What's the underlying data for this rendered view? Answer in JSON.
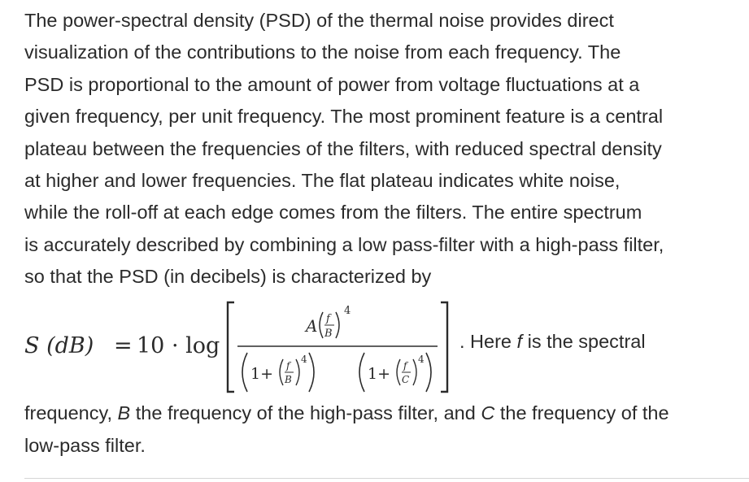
{
  "paragraph": {
    "lines": [
      "The power-spectral density (PSD) of the thermal noise provides direct",
      "visualization of the contributions to the noise from each frequency. The",
      "PSD is proportional to the amount of power from voltage fluctuations at a",
      "given frequency, per unit frequency. The most prominent feature is a central",
      "plateau between the frequencies of the filters, with reduced spectral density",
      "at higher and lower frequencies. The flat plateau indicates white noise,",
      "while the roll-off at each edge comes from the filters. The entire spectrum",
      "is accurately described by combining a low pass-filter with a high-pass filter,",
      "so that the PSD (in decibels) is characterized by"
    ]
  },
  "formula": {
    "lhs": "S (dB)",
    "equals": "=",
    "coefficient": "10 · log",
    "numerator_A": "A",
    "f": "f",
    "B": "B",
    "C": "C",
    "exponent": "4",
    "one_plus": "1+",
    "tail_prefix": ". Here ",
    "tail_var": "f",
    "tail_suffix": " is the spectral"
  },
  "after": {
    "line1_a": "frequency, ",
    "line1_B": "B",
    "line1_b": " the frequency of the high-pass filter, and ",
    "line1_C": "C",
    "line1_c": " the frequency of the",
    "line2": "low-pass filter."
  }
}
